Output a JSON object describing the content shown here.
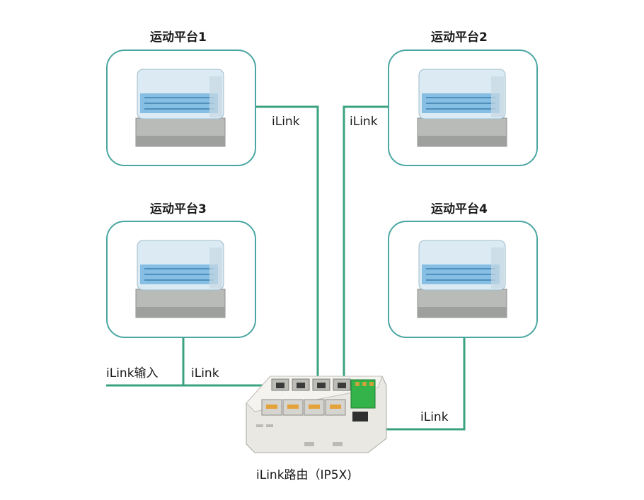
{
  "platforms": [
    {
      "title": "运动平台1"
    },
    {
      "title": "运动平台2"
    },
    {
      "title": "运动平台3"
    },
    {
      "title": "运动平台4"
    }
  ],
  "links": {
    "p1": "iLink",
    "p2": "iLink",
    "p3": "iLink",
    "p4": "iLink",
    "input": "iLink输入"
  },
  "router": {
    "caption": "iLink路由（IP5X)"
  },
  "colors": {
    "wire": "#3aa27f",
    "box_border": "#4aa6a2"
  }
}
